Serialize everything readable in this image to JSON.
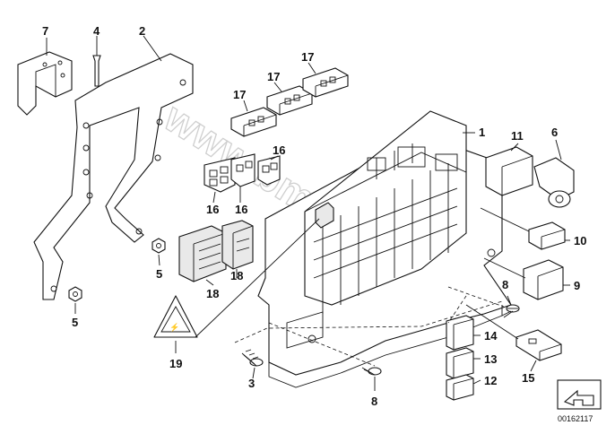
{
  "diagram": {
    "callouts": [
      {
        "id": "7",
        "text": "7"
      },
      {
        "id": "4",
        "text": "4"
      },
      {
        "id": "2",
        "text": "2"
      },
      {
        "id": "17a",
        "text": "17"
      },
      {
        "id": "17b",
        "text": "17"
      },
      {
        "id": "17c",
        "text": "17"
      },
      {
        "id": "1",
        "text": "1"
      },
      {
        "id": "11",
        "text": "11"
      },
      {
        "id": "6",
        "text": "6"
      },
      {
        "id": "16a",
        "text": "16"
      },
      {
        "id": "16b",
        "text": "16"
      },
      {
        "id": "16c",
        "text": "16"
      },
      {
        "id": "18a",
        "text": "18"
      },
      {
        "id": "18b",
        "text": "18"
      },
      {
        "id": "5a",
        "text": "5"
      },
      {
        "id": "5b",
        "text": "5"
      },
      {
        "id": "10",
        "text": "10"
      },
      {
        "id": "9",
        "text": "9"
      },
      {
        "id": "8a",
        "text": "8"
      },
      {
        "id": "14",
        "text": "14"
      },
      {
        "id": "13",
        "text": "13"
      },
      {
        "id": "12",
        "text": "12"
      },
      {
        "id": "15",
        "text": "15"
      },
      {
        "id": "19",
        "text": "19"
      },
      {
        "id": "3",
        "text": "3"
      },
      {
        "id": "8b",
        "text": "8"
      }
    ],
    "watermark": "www.bmwfans.pl",
    "reference_number": "00162117"
  }
}
